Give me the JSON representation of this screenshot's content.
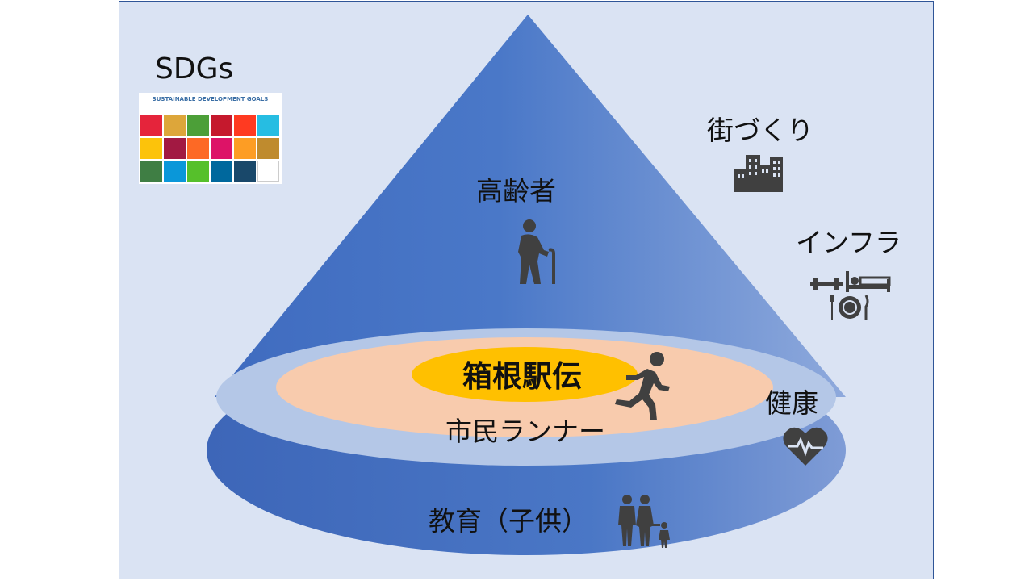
{
  "title": "SDGs",
  "sdg_logo": {
    "header": "SUSTAINABLE DEVELOPMENT GOALS",
    "tile_colors": [
      "#e5243b",
      "#dda63a",
      "#4c9f38",
      "#c5192d",
      "#ff3a21",
      "#26bde2",
      "#fcc30b",
      "#a21942",
      "#fd6925",
      "#dd1367",
      "#fd9d24",
      "#bf8b2e",
      "#3f7e44",
      "#0a97d9",
      "#56c02b",
      "#00689d",
      "#19486a",
      "#ffffff"
    ]
  },
  "labels": {
    "elderly": "高齢者",
    "town": "街づくり",
    "infra": "インフラ",
    "health": "健康",
    "relay": "箱根駅伝",
    "runners": "市民ランナー",
    "education": "教育（子供）"
  },
  "icons": [
    "elderly-person-icon",
    "buildings-icon",
    "dumbbell-icon",
    "bed-icon",
    "dining-icon",
    "running-person-icon",
    "heart-pulse-icon",
    "family-icon"
  ],
  "colors": {
    "cone": "#4472c4",
    "ring": "#b4c7e7",
    "inner": "#f8cbad",
    "core": "#ffc000",
    "icon": "#404040",
    "background": "#dae3f3"
  }
}
